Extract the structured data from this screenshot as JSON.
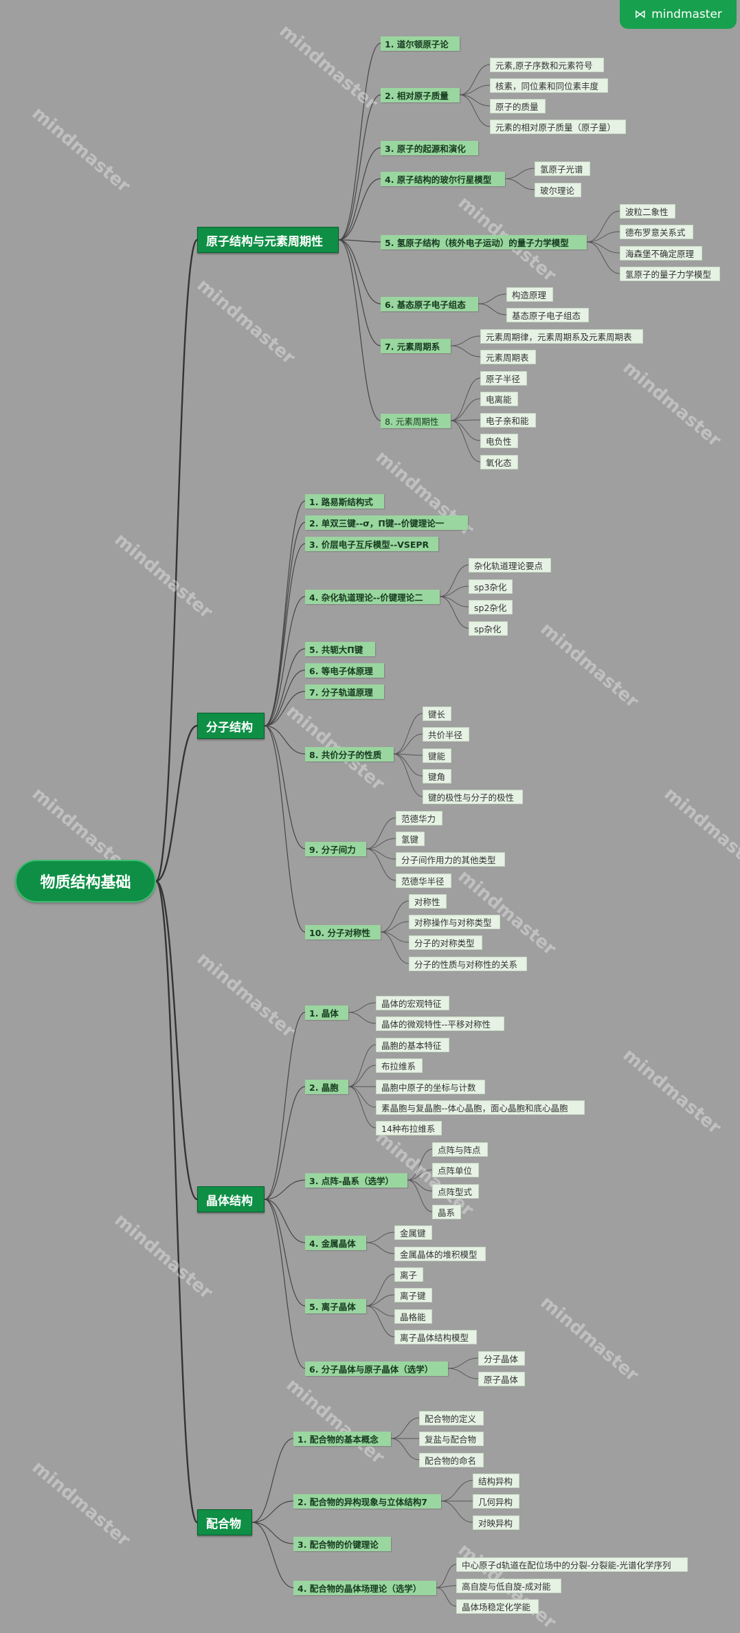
{
  "badge": {
    "label": "mindmaster"
  },
  "watermark": "mindmaster",
  "root": {
    "label": "物质结构基础"
  },
  "branches": [
    {
      "label": "原子结构与元素周期性",
      "children": [
        {
          "label": "1. 道尔顿原子论",
          "leaves": []
        },
        {
          "label": "2. 相对原子质量",
          "leaves": [
            "元素,原子序数和元素符号",
            "核素，同位素和同位素丰度",
            "原子的质量",
            "元素的相对原子质量（原子量）"
          ]
        },
        {
          "label": "3. 原子的起源和演化",
          "leaves": []
        },
        {
          "label": "4. 原子结构的玻尔行星模型",
          "leaves": [
            "氢原子光谱",
            "玻尔理论"
          ]
        },
        {
          "label": "5. 氢原子结构（核外电子运动）的量子力学模型",
          "leaves": [
            "波粒二象性",
            "德布罗意关系式",
            "海森堡不确定原理",
            "氢原子的量子力学模型"
          ]
        },
        {
          "label": "6. 基态原子电子组态",
          "leaves": [
            "构造原理",
            "基态原子电子组态"
          ]
        },
        {
          "label": "7. 元素周期系",
          "leaves": [
            "元素周期律，元素周期系及元素周期表",
            "元素周期表"
          ]
        },
        {
          "label": "8. 元素周期性",
          "leaves": [
            "原子半径",
            "电离能",
            "电子亲和能",
            "电负性",
            "氧化态"
          ]
        }
      ]
    },
    {
      "label": "分子结构",
      "children": [
        {
          "label": "1. 路易斯结构式",
          "leaves": []
        },
        {
          "label": "2. 单双三键--σ，Π键--价键理论一",
          "leaves": []
        },
        {
          "label": "3. 价层电子互斥模型--VSEPR",
          "leaves": []
        },
        {
          "label": "4. 杂化轨道理论--价键理论二",
          "leaves": [
            "杂化轨道理论要点",
            "sp3杂化",
            "sp2杂化",
            "sp杂化"
          ]
        },
        {
          "label": "5. 共轭大Π键",
          "leaves": []
        },
        {
          "label": "6. 等电子体原理",
          "leaves": []
        },
        {
          "label": "7. 分子轨道原理",
          "leaves": []
        },
        {
          "label": "8. 共价分子的性质",
          "leaves": [
            "键长",
            "共价半径",
            "键能",
            "键角",
            "键的极性与分子的极性"
          ]
        },
        {
          "label": "9. 分子间力",
          "leaves": [
            "范德华力",
            "氢键",
            "分子间作用力的其他类型",
            "范德华半径"
          ]
        },
        {
          "label": "10. 分子对称性",
          "leaves": [
            "对称性",
            "对称操作与对称类型",
            "分子的对称类型",
            "分子的性质与对称性的关系"
          ]
        }
      ]
    },
    {
      "label": "晶体结构",
      "children": [
        {
          "label": "1. 晶体",
          "leaves": [
            "晶体的宏观特征",
            "晶体的微观特性--平移对称性"
          ]
        },
        {
          "label": "2. 晶胞",
          "leaves": [
            "晶胞的基本特征",
            "布拉维系",
            "晶胞中原子的坐标与计数",
            "素晶胞与复晶胞--体心晶胞，面心晶胞和底心晶胞",
            "14种布拉维系"
          ]
        },
        {
          "label": "3. 点阵-晶系（选学）",
          "leaves": [
            "点阵与阵点",
            "点阵单位",
            "点阵型式",
            "晶系"
          ]
        },
        {
          "label": "4. 金属晶体",
          "leaves": [
            "金属键",
            "金属晶体的堆积模型"
          ]
        },
        {
          "label": "5. 离子晶体",
          "leaves": [
            "离子",
            "离子键",
            "晶格能",
            "离子晶体结构模型"
          ]
        },
        {
          "label": "6. 分子晶体与原子晶体（选学）",
          "leaves": [
            "分子晶体",
            "原子晶体"
          ]
        }
      ]
    },
    {
      "label": "配合物",
      "children": [
        {
          "label": "1. 配合物的基本概念",
          "leaves": [
            "配合物的定义",
            "复盐与配合物",
            "配合物的命名"
          ]
        },
        {
          "label": "2. 配合物的异构现象与立体结构7",
          "leaves": [
            "结构异构",
            "几何异构",
            "对映异构"
          ]
        },
        {
          "label": "3. 配合物的价键理论",
          "leaves": []
        },
        {
          "label": "4. 配合物的晶体场理论（选学）",
          "leaves": [
            "中心原子d轨道在配位场中的分裂-分裂能-光谱化学序列",
            "高自旋与低自旋-成对能",
            "晶体场稳定化学能"
          ]
        }
      ]
    }
  ]
}
